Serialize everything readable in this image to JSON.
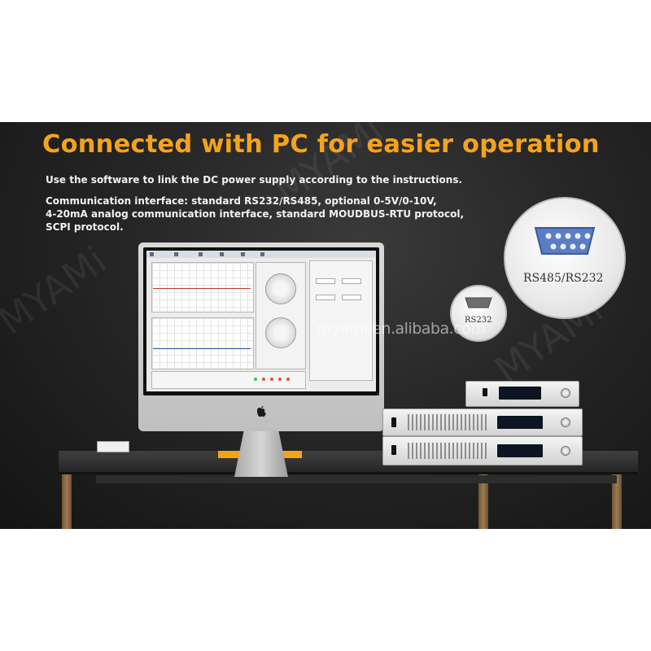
{
  "headline": "Connected with PC for easier operation",
  "line1": "Use the software to link the DC power supply according to the instructions.",
  "line2": "Communication interface: standard RS232/RS485, optional 0-5V/0-10V,",
  "line3": "4-20mA analog communication interface, standard MOUDBUS-RTU protocol,",
  "line4": "SCPI protocol.",
  "watermark": "myami.en.alibaba.com",
  "watermark_brand": "MYAMi",
  "port_large_label": "RS485/RS232",
  "port_small_label": "RS232",
  "colors": {
    "accent": "#f5a31b",
    "text": "#f2f2f2",
    "background": "#1f1f1f"
  },
  "icons": [
    "apple-logo-icon",
    "db9-connector-icon"
  ]
}
